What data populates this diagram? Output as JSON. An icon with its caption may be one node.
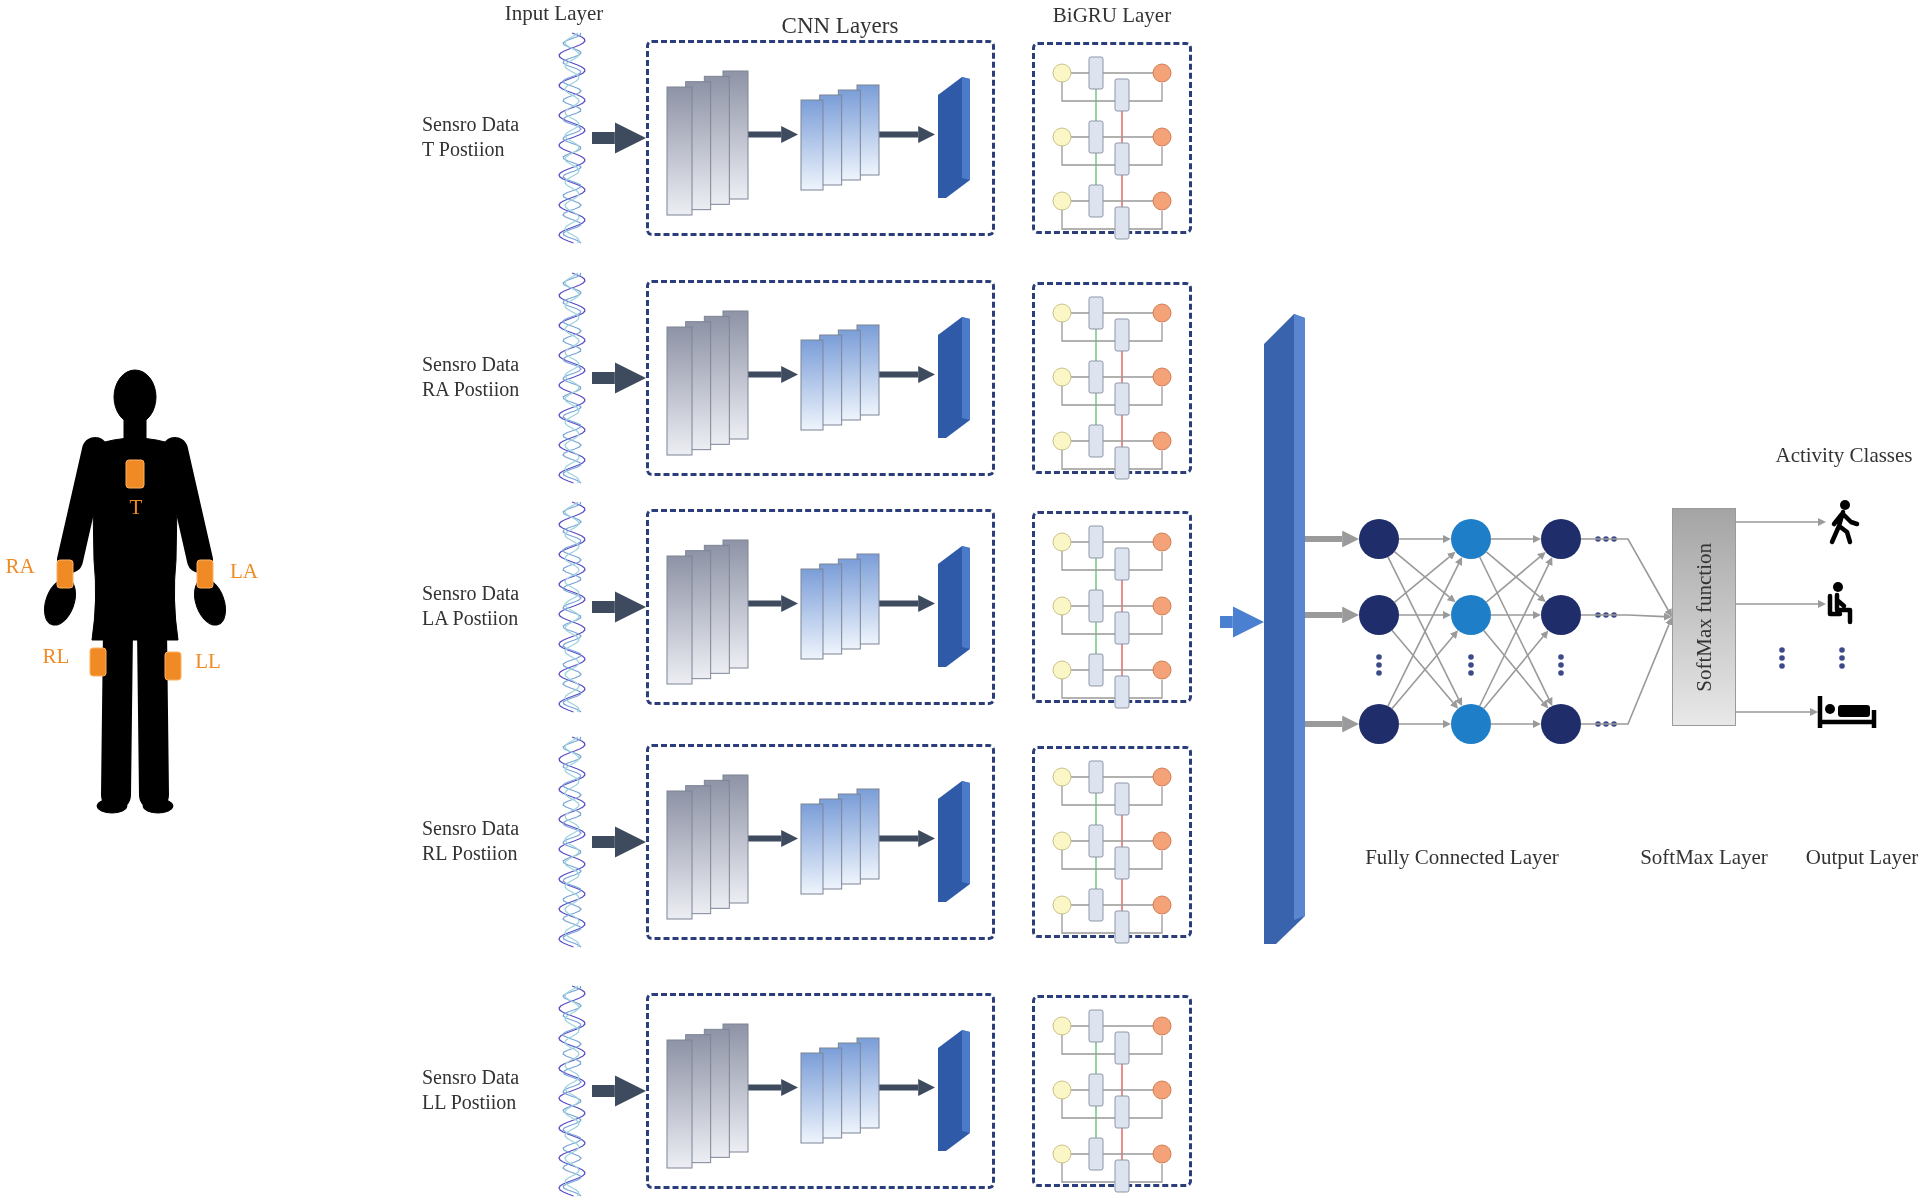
{
  "diagram": {
    "nodes": [
      {
        "text": [],
        "shape": "picture",
        "beside": [
          "Sensro Data T Postiion"
        ]
      },
      {
        "text": [],
        "shape": "box"
      },
      {
        "text": [],
        "shape": "box",
        "in": 1
      },
      {
        "text": [],
        "shape": "box",
        "in": 1
      },
      {
        "text": [],
        "shape": "bar",
        "in": 1
      },
      {
        "text": [],
        "shape": "box"
      },
      {
        "text": [],
        "shape": "picture",
        "beside": [
          "Sensro Data RA Postiion"
        ]
      },
      {
        "text": [],
        "shape": "box"
      },
      {
        "text": [],
        "shape": "box",
        "in": 7
      },
      {
        "text": [],
        "shape": "box",
        "in": 7
      },
      {
        "text": [],
        "shape": "bar",
        "in": 7
      },
      {
        "text": [],
        "shape": "box"
      },
      {
        "text": [],
        "shape": "picture",
        "beside": [
          "Sensro Data LA Postiion"
        ]
      },
      {
        "text": [],
        "shape": "box"
      },
      {
        "text": [],
        "shape": "box",
        "in": 13
      },
      {
        "text": [],
        "shape": "box",
        "in": 13
      },
      {
        "text": [],
        "shape": "bar",
        "in": 13
      },
      {
        "text": [],
        "shape": "box"
      },
      {
        "text": [],
        "shape": "picture",
        "beside": [
          "Sensro Data RL Postiion"
        ]
      },
      {
        "text": [],
        "shape": "box"
      },
      {
        "text": [],
        "shape": "box",
        "in": 19
      },
      {
        "text": [],
        "shape": "box",
        "in": 19
      },
      {
        "text": [],
        "shape": "bar",
        "in": 19
      },
      {
        "text": [],
        "shape": "box"
      },
      {
        "text": [],
        "shape": "picture",
        "beside": [
          "Sensro Data LL Postiion"
        ]
      },
      {
        "text": [],
        "shape": "box"
      },
      {
        "text": [],
        "shape": "box",
        "in": 25
      },
      {
        "text": [],
        "shape": "box",
        "in": 25
      },
      {
        "text": [],
        "shape": "bar",
        "in": 25
      },
      {
        "text": [],
        "shape": "box"
      },
      {
        "text": [],
        "shape": "bar"
      },
      {
        "text": [],
        "shape": "circle"
      },
      {
        "text": [],
        "shape": "circle"
      },
      {
        "text": [],
        "shape": "circle"
      },
      {
        "text": [],
        "shape": "circle"
      },
      {
        "text": [],
        "shape": "circle"
      },
      {
        "text": [],
        "shape": "circle"
      },
      {
        "text": [],
        "shape": "circle"
      },
      {
        "text": [],
        "shape": "circle"
      },
      {
        "text": [],
        "shape": "circle"
      },
      {
        "text": [
          "SoftMax function"
        ]
      },
      {
        "text": [],
        "shape": "person"
      },
      {
        "text": [],
        "shape": "person"
      },
      {
        "text": [],
        "shape": "picture"
      }
    ],
    "edges": [
      {
        "from": 0,
        "to": 1,
        "arrow": "to",
        "style": "thick",
        "color": "#3e4a5e"
      },
      {
        "from": 2,
        "to": 3,
        "arrow": "to",
        "style": "thick",
        "color": "#3e4a5e"
      },
      {
        "from": 3,
        "to": 4,
        "arrow": "to",
        "style": "thick",
        "color": "#3e4a5e"
      },
      {
        "from": 6,
        "to": 7,
        "arrow": "to",
        "style": "thick",
        "color": "#3e4a5e"
      },
      {
        "from": 8,
        "to": 9,
        "arrow": "to",
        "style": "thick",
        "color": "#3e4a5e"
      },
      {
        "from": 9,
        "to": 10,
        "arrow": "to",
        "style": "thick",
        "color": "#3e4a5e"
      },
      {
        "from": 12,
        "to": 13,
        "arrow": "to",
        "style": "thick",
        "color": "#3e4a5e"
      },
      {
        "from": 14,
        "to": 15,
        "arrow": "to",
        "style": "thick",
        "color": "#3e4a5e"
      },
      {
        "from": 15,
        "to": 16,
        "arrow": "to",
        "style": "thick",
        "color": "#3e4a5e"
      },
      {
        "from": 18,
        "to": 19,
        "arrow": "to",
        "style": "thick",
        "color": "#3e4a5e"
      },
      {
        "from": 20,
        "to": 21,
        "arrow": "to",
        "style": "thick",
        "color": "#3e4a5e"
      },
      {
        "from": 21,
        "to": 22,
        "arrow": "to",
        "style": "thick",
        "color": "#3e4a5e"
      },
      {
        "from": 24,
        "to": 25,
        "arrow": "to",
        "style": "thick",
        "color": "#3e4a5e"
      },
      {
        "from": 26,
        "to": 27,
        "arrow": "to",
        "style": "thick",
        "color": "#3e4a5e"
      },
      {
        "from": 27,
        "to": 28,
        "arrow": "to",
        "style": "thick",
        "color": "#3e4a5e"
      },
      {
        "from": null,
        "to": 30,
        "arrow": "to",
        "style": "thick",
        "color": "#4a80cf"
      },
      {
        "from": 30,
        "to": 31,
        "arrow": "to",
        "style": "thick"
      },
      {
        "from": 30,
        "to": 32,
        "arrow": "to",
        "style": "thick"
      },
      {
        "from": 30,
        "to": 33,
        "arrow": "to",
        "style": "thick"
      },
      {
        "from": 31,
        "to": 34,
        "arrow": "to"
      },
      {
        "from": 31,
        "to": 35,
        "arrow": "to"
      },
      {
        "from": 31,
        "to": 36,
        "arrow": "to"
      },
      {
        "from": 32,
        "to": 34,
        "arrow": "to"
      },
      {
        "from": 32,
        "to": 35,
        "arrow": "to"
      },
      {
        "from": 32,
        "to": 36,
        "arrow": "to"
      },
      {
        "from": 33,
        "to": 34,
        "arrow": "to"
      },
      {
        "from": 33,
        "to": 35,
        "arrow": "to"
      },
      {
        "from": 33,
        "to": 36,
        "arrow": "to"
      },
      {
        "from": 34,
        "to": 37,
        "arrow": "to"
      },
      {
        "from": 34,
        "to": 38,
        "arrow": "to"
      },
      {
        "from": 34,
        "to": 39,
        "arrow": "to"
      },
      {
        "from": 35,
        "to": 37,
        "arrow": "to"
      },
      {
        "from": 35,
        "to": 38,
        "arrow": "to"
      },
      {
        "from": 35,
        "to": 39,
        "arrow": "to"
      },
      {
        "from": 36,
        "to": 37,
        "arrow": "to"
      },
      {
        "from": 36,
        "to": 38,
        "arrow": "to"
      },
      {
        "from": 36,
        "to": 39,
        "arrow": "to"
      },
      {
        "from": 37,
        "to": 40,
        "arrow": "to"
      },
      {
        "from": 38,
        "to": 40,
        "arrow": "to"
      },
      {
        "from": 39,
        "to": 40,
        "arrow": "to"
      },
      {
        "from": 40,
        "to": 41,
        "arrow": "to"
      },
      {
        "from": 40,
        "to": 42,
        "arrow": "to"
      },
      {
        "from": 40,
        "to": 43,
        "arrow": "to"
      }
    ],
    "labels": [
      "Input Layer",
      "CNN Layers",
      "BiGRU Layer",
      "T",
      "RA",
      "LA",
      "RL",
      "LL",
      "Activity Classes",
      "Fully Connected Layer",
      "SoftMax Layer",
      "Output Layer"
    ]
  }
}
